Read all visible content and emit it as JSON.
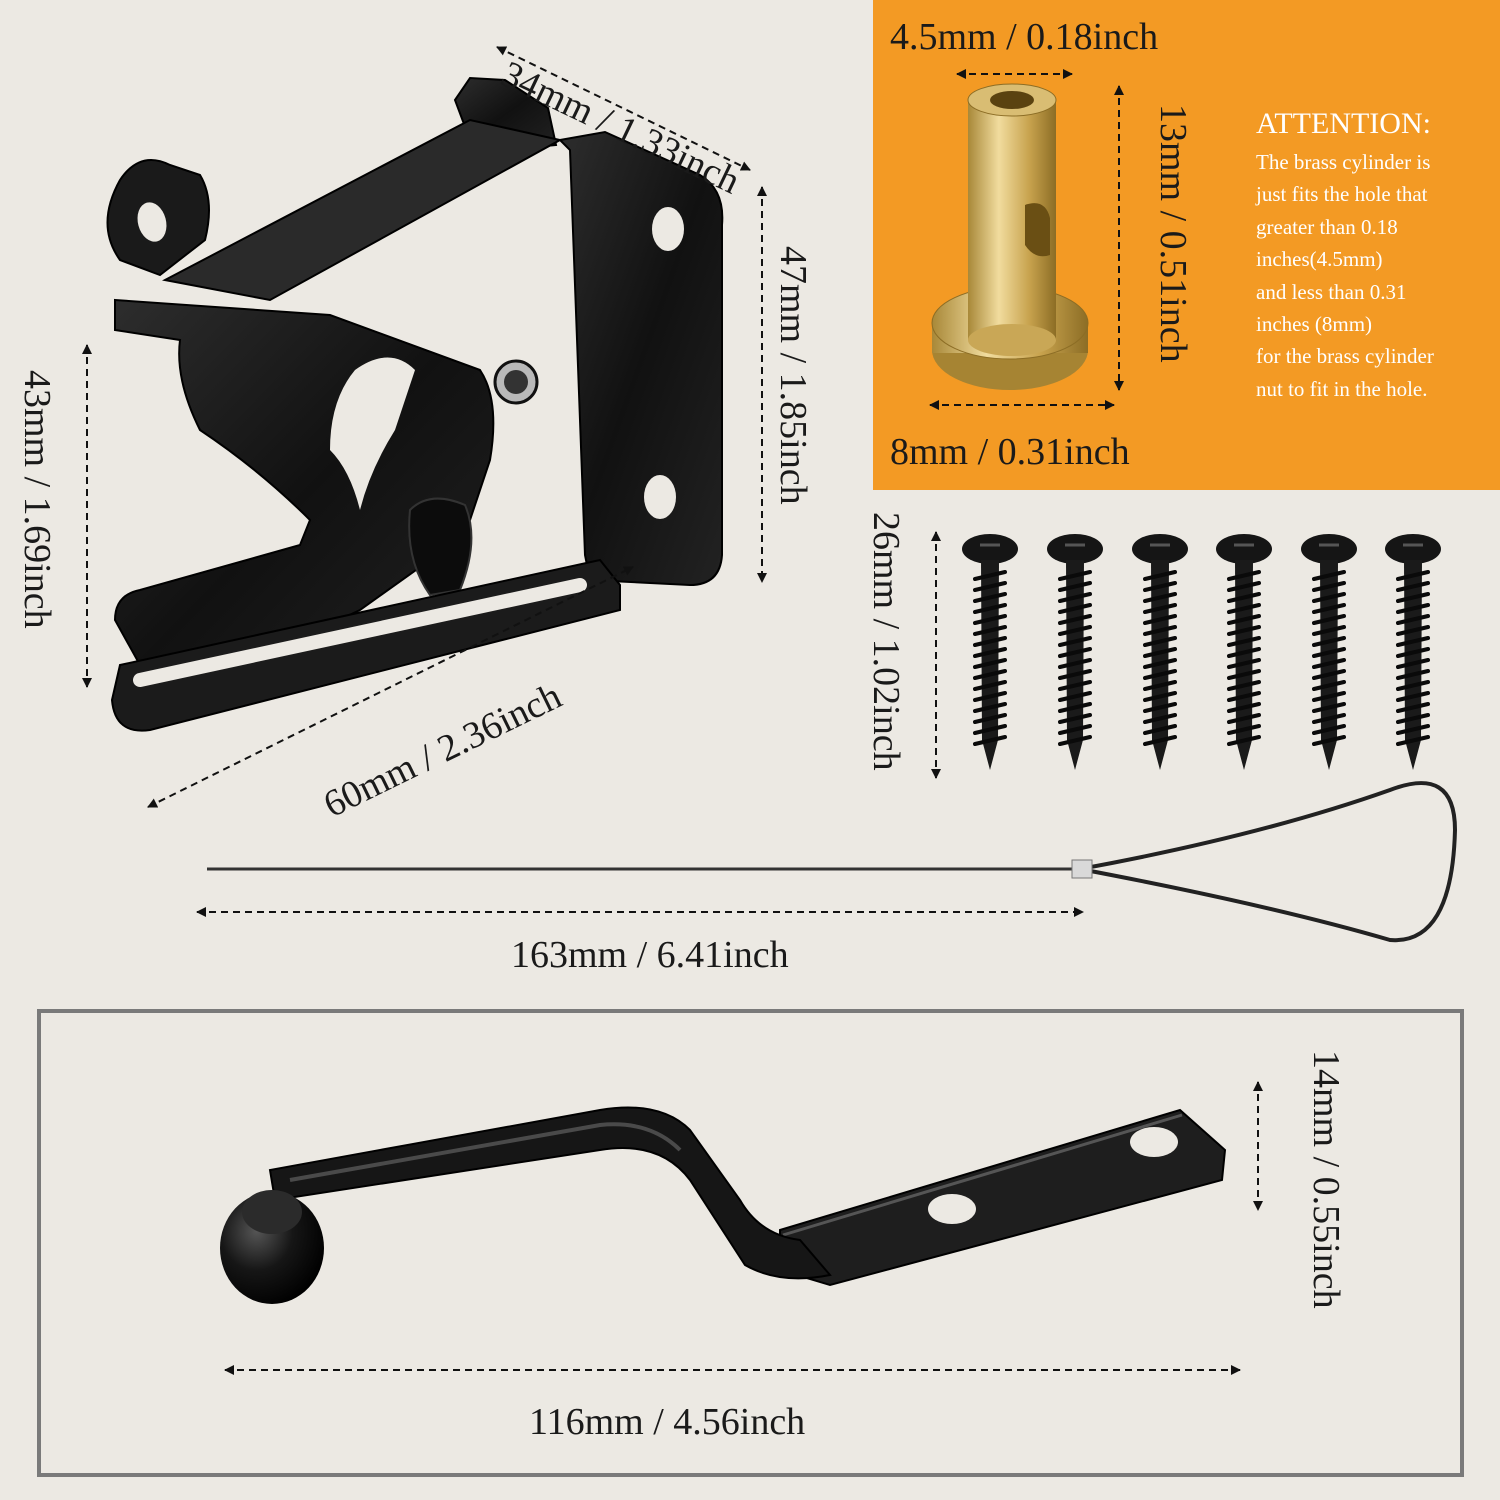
{
  "latch": {
    "dim_top": "34mm / 1.33inch",
    "dim_right": "47mm / 1.85inch",
    "dim_left": "43mm / 1.69inch",
    "dim_bottom": "60mm / 2.36inch"
  },
  "brass": {
    "dim_top": "4.5mm / 0.18inch",
    "dim_height": "13mm / 0.51inch",
    "dim_bottom": "8mm / 0.31inch",
    "attention_title": "ATTENTION:",
    "attention_lines": [
      "The brass cylinder is",
      "just fits the hole that",
      "greater than 0.18",
      "inches(4.5mm)",
      "and less than 0.31",
      "inches (8mm)",
      "for the brass cylinder",
      "nut to fit in the hole."
    ]
  },
  "screws": {
    "dim": "26mm / 1.02inch"
  },
  "cable": {
    "dim": "163mm / 6.41inch"
  },
  "handle": {
    "dim_height": "14mm / 0.55inch",
    "dim_length": "116mm / 4.56inch"
  },
  "colors": {
    "background": "#ece9e3",
    "accent_orange": "#f39a24",
    "metal_black": "#141414",
    "brass": "#d6b56a"
  }
}
